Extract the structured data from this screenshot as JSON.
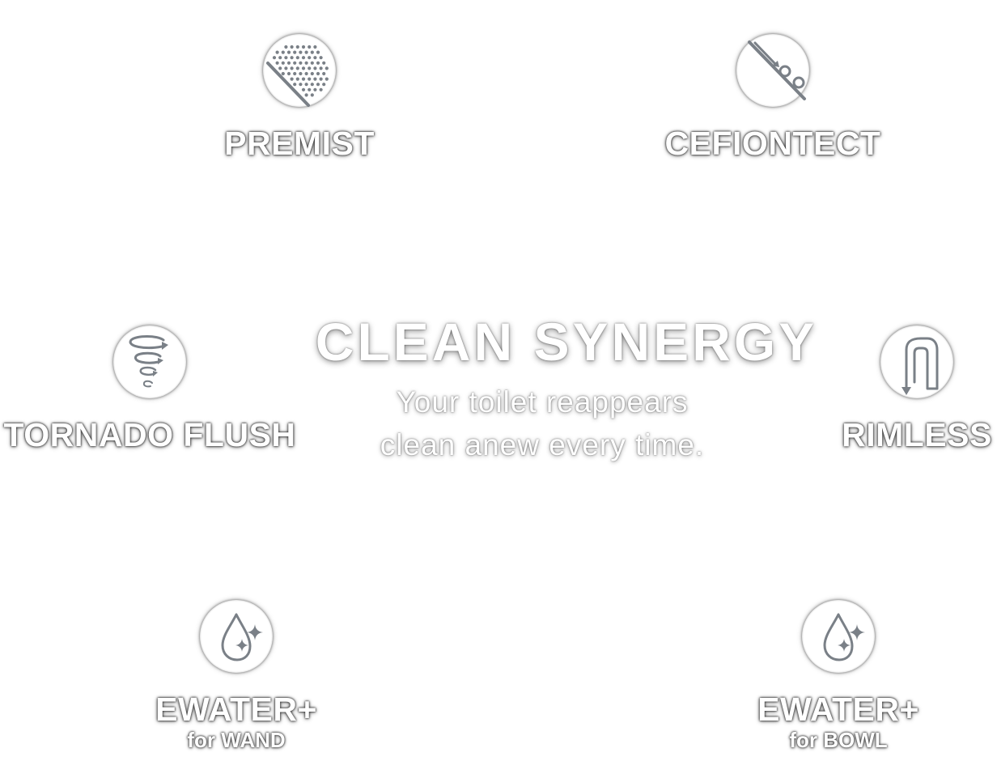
{
  "center": {
    "title": "CLEAN SYNERGY",
    "subtitle_line1": "Your toilet reappears",
    "subtitle_line2": "clean anew every time."
  },
  "features": {
    "premist": {
      "label": "PREMIST",
      "icon": "mist-spray-icon"
    },
    "cefiontect": {
      "label": "CEFIONTECT",
      "icon": "glaze-surface-icon"
    },
    "tornado_flush": {
      "label": "TORNADO FLUSH",
      "icon": "tornado-icon"
    },
    "rimless": {
      "label": "RIMLESS",
      "icon": "rimless-bowl-icon"
    },
    "ewater_wand": {
      "label": "EWATER+",
      "sub": "for WAND",
      "icon": "water-drop-sparkle-icon"
    },
    "ewater_bowl": {
      "label": "EWATER+",
      "sub": "for BOWL",
      "icon": "water-drop-sparkle-icon"
    }
  },
  "colors": {
    "icon_gray": "#7a8087",
    "text_fill": "#ffffff",
    "text_outline": "#3a3a3a"
  }
}
